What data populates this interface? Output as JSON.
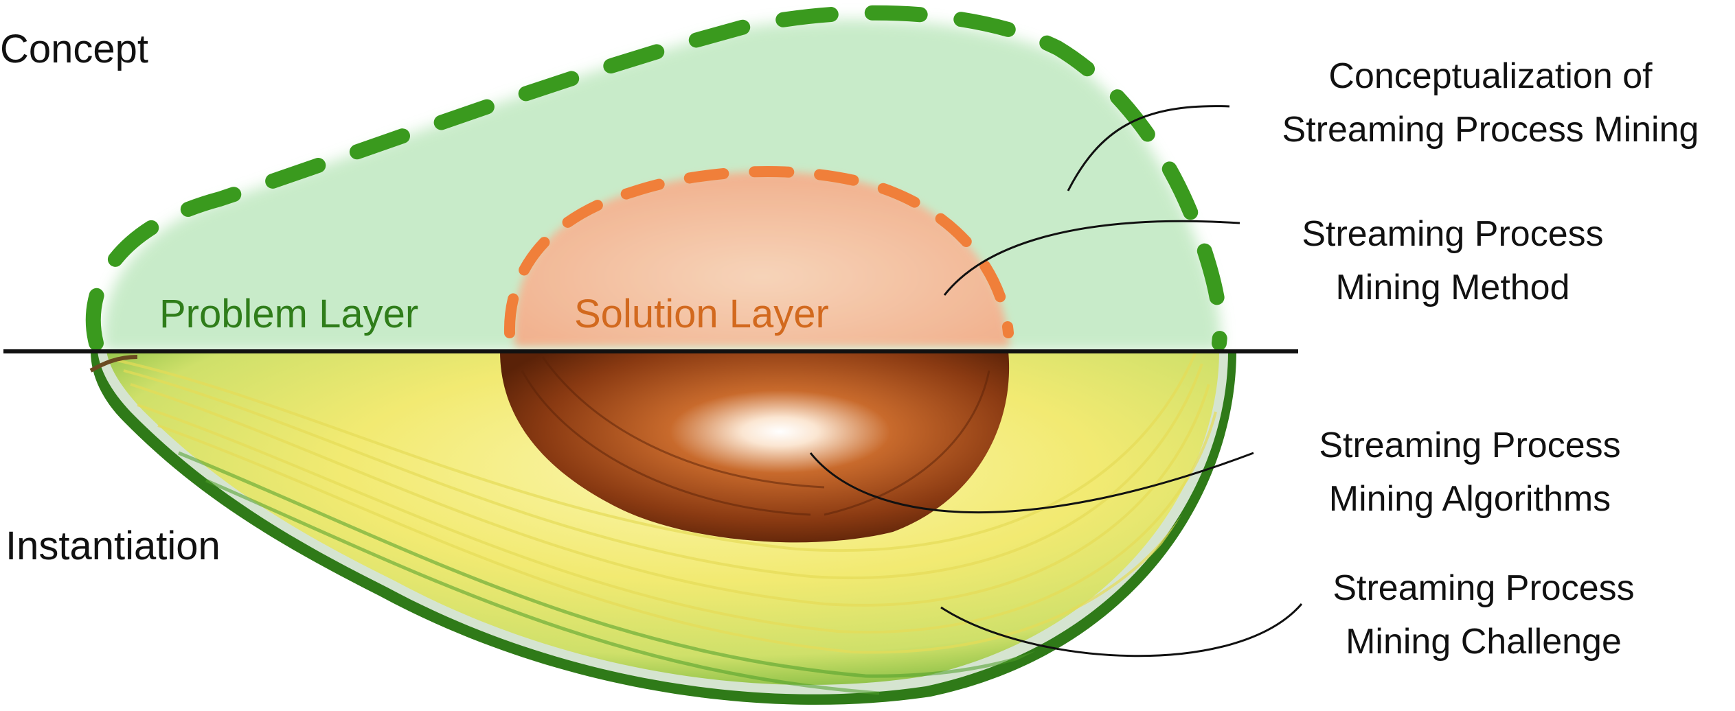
{
  "diagram": {
    "axis": {
      "top": "Concept",
      "bottom": "Instantiation"
    },
    "layers": {
      "problem": "Problem Layer",
      "solution": "Solution Layer"
    },
    "annotations": [
      {
        "line1": "Conceptualization of",
        "line2": "Streaming Process Mining"
      },
      {
        "line1": "Streaming Process",
        "line2": "Mining Method"
      },
      {
        "line1": "Streaming Process",
        "line2": "Mining Algorithms"
      },
      {
        "line1": "Streaming Process",
        "line2": "Mining Challenge"
      }
    ],
    "colors": {
      "problem_text": "#2f7d1a",
      "solution_text": "#d2691e",
      "problem_dash": "#3a9a1e",
      "solution_dash": "#f07f3a",
      "problem_fill": "#bfe8c0",
      "solution_fill": "#f8b896",
      "seed": "#7a3510",
      "flesh": "#f0ec80",
      "skin": "#3e8e22"
    }
  }
}
